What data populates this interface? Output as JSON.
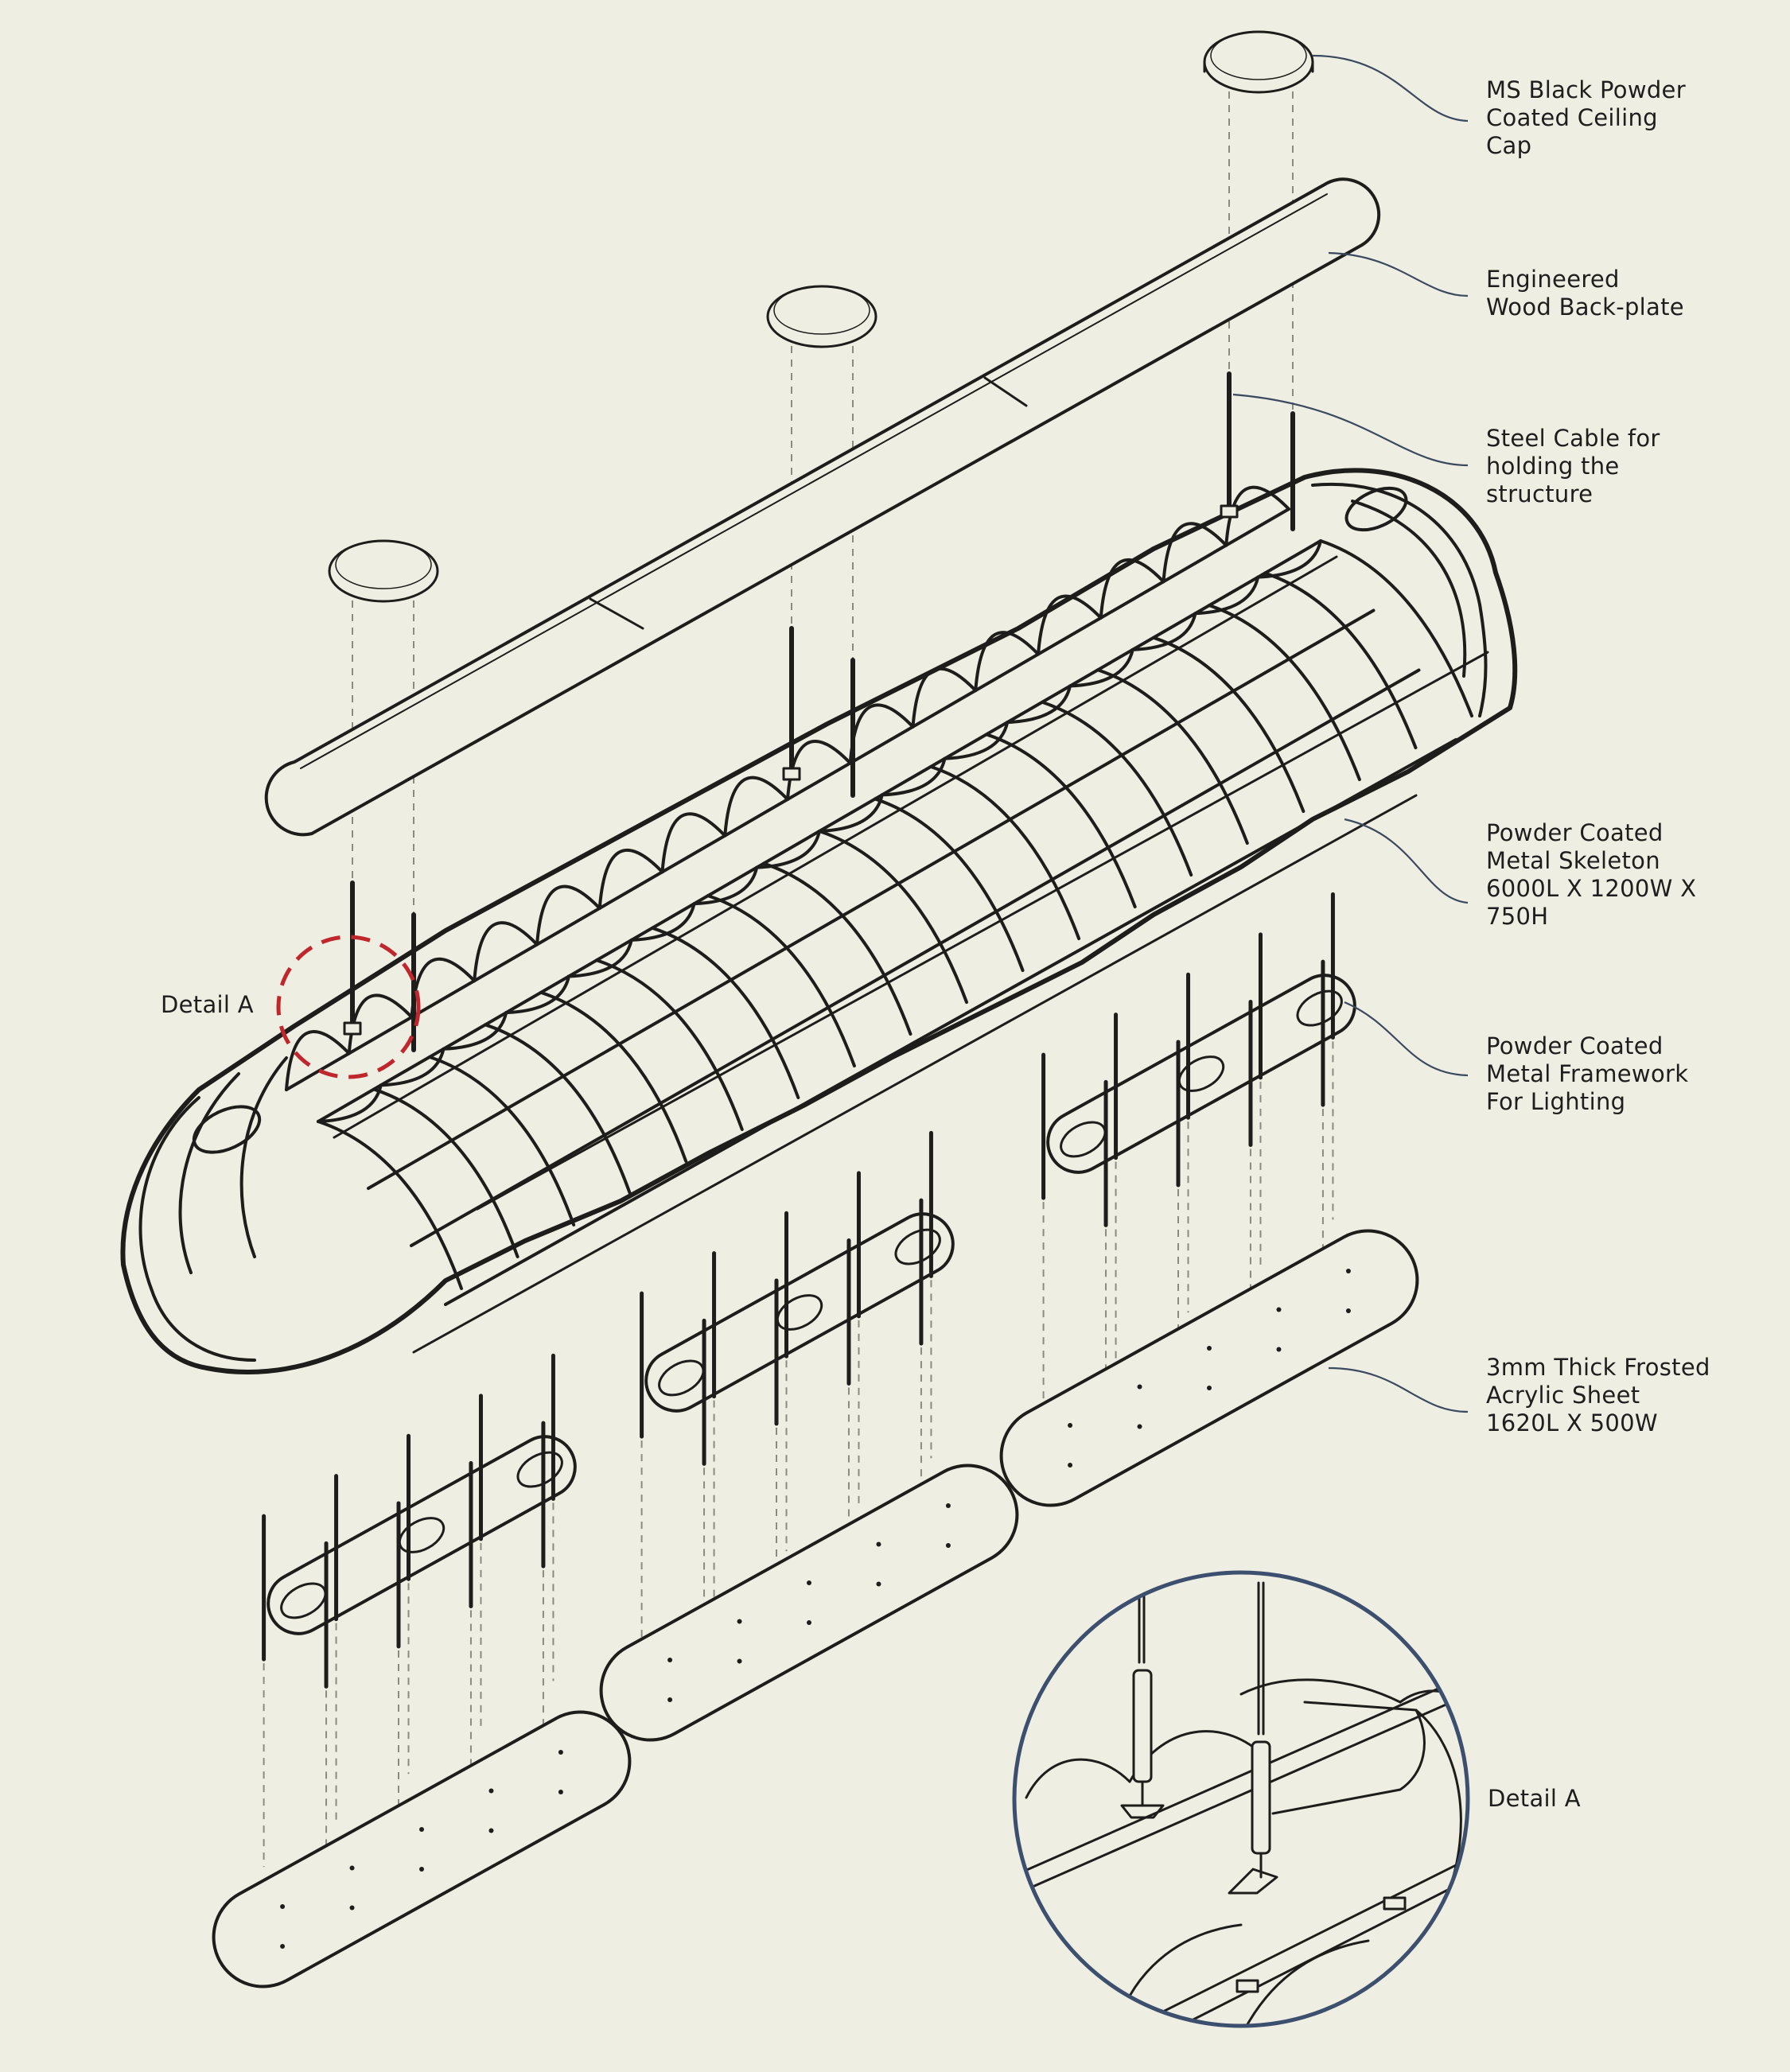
{
  "colors": {
    "background": "#eeeee2",
    "line_art": "#1d1d1b",
    "leader_lines": "#3c4a61",
    "detail_marker": "#c0272d",
    "detail_circle": "#3d4f6e"
  },
  "labels": {
    "ceiling_cap": "MS Black Powder\nCoated Ceiling\nCap",
    "back_plate": "Engineered\nWood Back-plate",
    "steel_cable": "Steel Cable for\nholding the\nstructure",
    "skeleton": "Powder Coated\nMetal Skeleton\n6000L X 1200W X\n750H",
    "lighting_frame": "Powder Coated\nMetal Framework\nFor Lighting",
    "acrylic_sheet": "3mm Thick Frosted\nAcrylic Sheet\n1620L X 500W",
    "detail_marker": "Detail A",
    "detail_view": "Detail A"
  },
  "icons": {
    "detail_marker": "dashed-circle",
    "detail_view": "magnified-circle"
  }
}
